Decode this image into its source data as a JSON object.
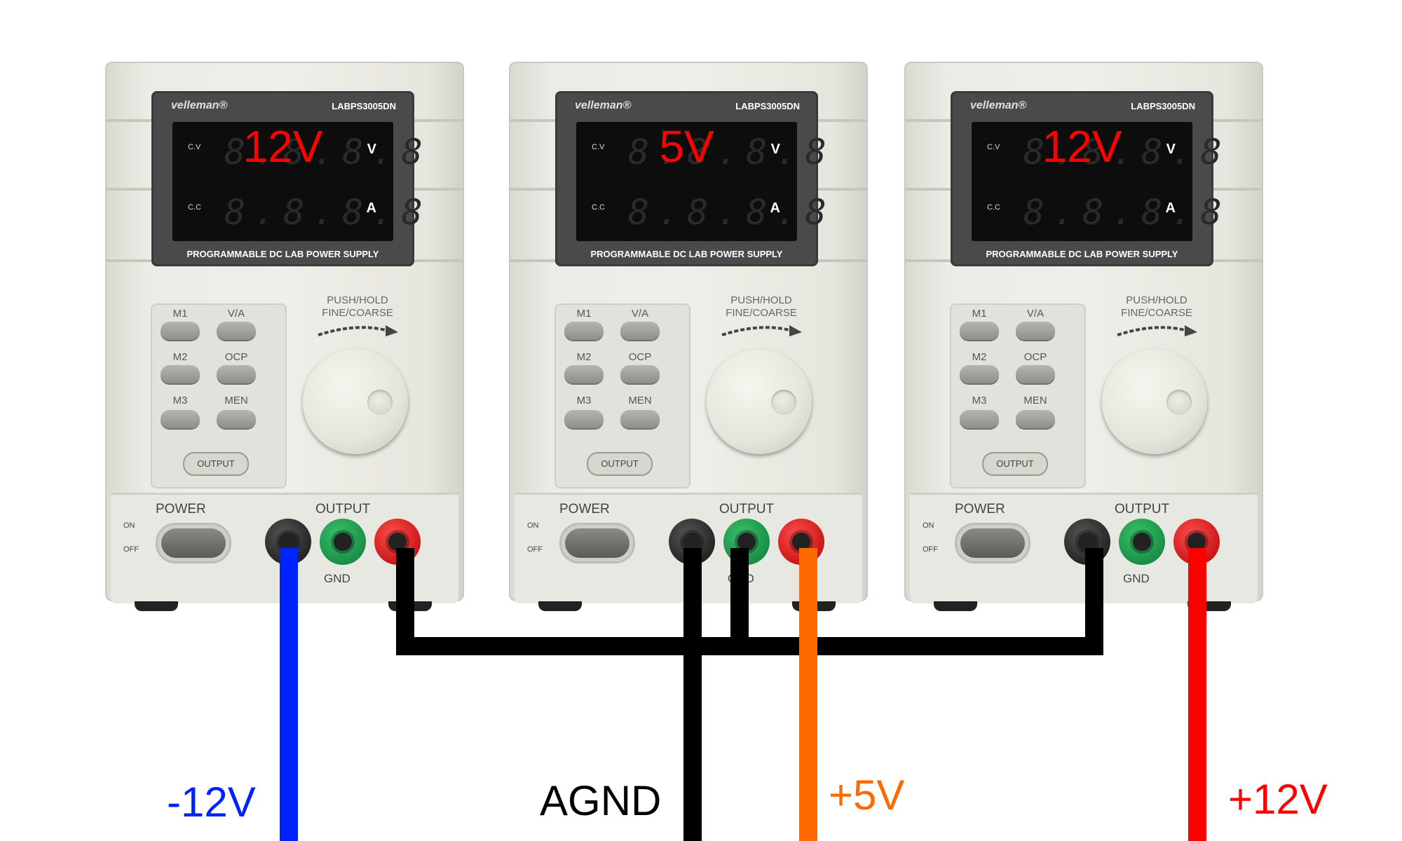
{
  "units": [
    {
      "brand": "velleman®",
      "model": "LABPS3005DN",
      "cv_label": "C.V",
      "cc_label": "C.C",
      "volt_unit": "V",
      "amp_unit": "A",
      "voltage_display": "8.8.8.8",
      "current_display": "8.8.8.8",
      "voltage_overlay": "12V",
      "panel_label": "PROGRAMMABLE DC LAB POWER SUPPLY",
      "keys": [
        "M1",
        "V/A",
        "M2",
        "OCP",
        "M3",
        "MEN"
      ],
      "output_key": "OUTPUT",
      "knob_label_line1": "PUSH/HOLD",
      "knob_label_line2": "FINE/COARSE",
      "power_label": "POWER",
      "on_label": "ON",
      "off_label": "OFF",
      "output_label": "OUTPUT",
      "gnd_label": "GND"
    },
    {
      "brand": "velleman®",
      "model": "LABPS3005DN",
      "cv_label": "C.V",
      "cc_label": "C.C",
      "volt_unit": "V",
      "amp_unit": "A",
      "voltage_display": "8.8.8.8",
      "current_display": "8.8.8.8",
      "voltage_overlay": "5V",
      "panel_label": "PROGRAMMABLE DC LAB POWER SUPPLY",
      "keys": [
        "M1",
        "V/A",
        "M2",
        "OCP",
        "M3",
        "MEN"
      ],
      "output_key": "OUTPUT",
      "knob_label_line1": "PUSH/HOLD",
      "knob_label_line2": "FINE/COARSE",
      "power_label": "POWER",
      "on_label": "ON",
      "off_label": "OFF",
      "output_label": "OUTPUT",
      "gnd_label": "GND"
    },
    {
      "brand": "velleman®",
      "model": "LABPS3005DN",
      "cv_label": "C.V",
      "cc_label": "C.C",
      "volt_unit": "V",
      "amp_unit": "A",
      "voltage_display": "8.8.8.8",
      "current_display": "8.8.8.8",
      "voltage_overlay": "12V",
      "panel_label": "PROGRAMMABLE DC LAB POWER SUPPLY",
      "keys": [
        "M1",
        "V/A",
        "M2",
        "OCP",
        "M3",
        "MEN"
      ],
      "output_key": "OUTPUT",
      "knob_label_line1": "PUSH/HOLD",
      "knob_label_line2": "FINE/COARSE",
      "power_label": "POWER",
      "on_label": "ON",
      "off_label": "OFF",
      "output_label": "OUTPUT",
      "gnd_label": "GND"
    }
  ],
  "rails": [
    {
      "label": "-12V",
      "color": "#0022ff"
    },
    {
      "label": "AGND",
      "color": "#000000"
    },
    {
      "label": "+5V",
      "color": "#ff6a00"
    },
    {
      "label": "+12V",
      "color": "#ff0000"
    }
  ],
  "colors": {
    "overlay_text": "#ff0000",
    "bus_wire": "#000000"
  }
}
